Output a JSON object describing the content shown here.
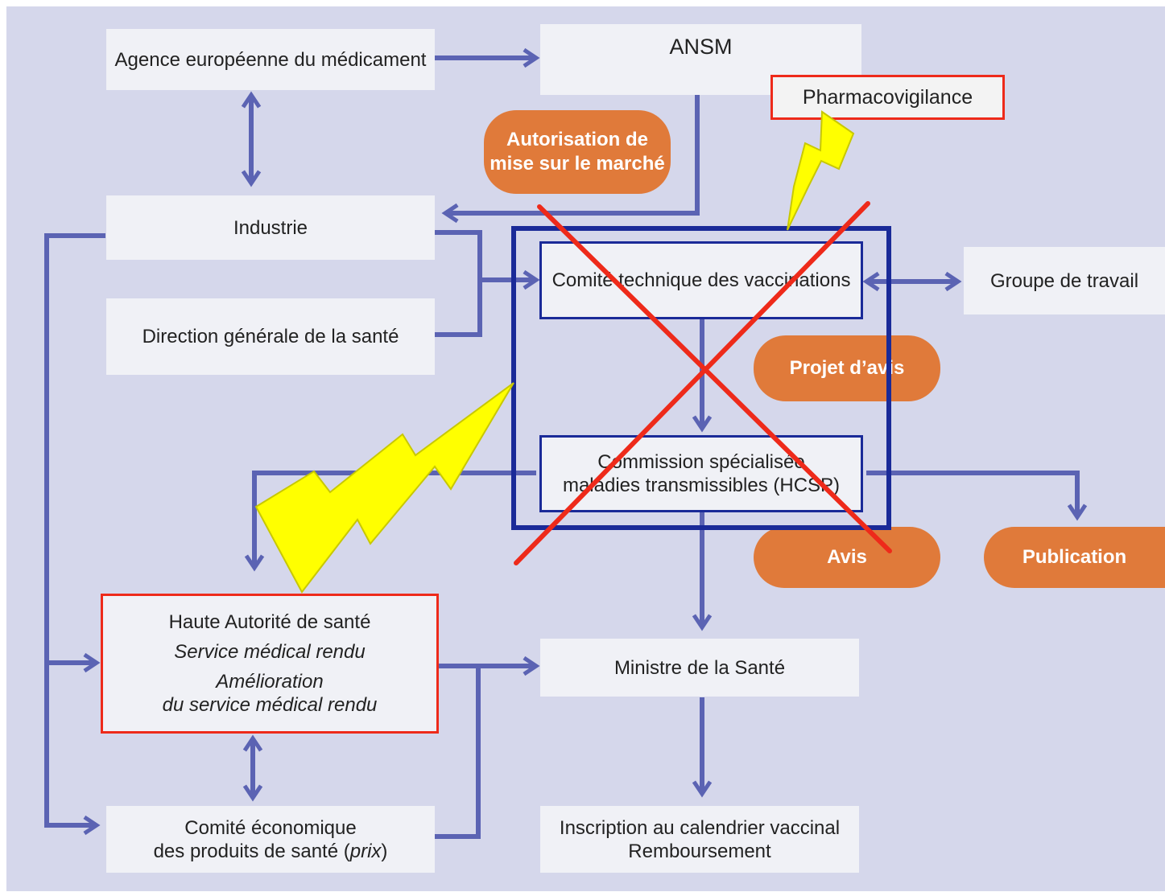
{
  "nodes": {
    "ema": "Agence européenne du médicament",
    "ansm": "ANSM",
    "pharmacovigilance": "Pharmacovigilance",
    "amm_line1": "Autorisation de",
    "amm_line2": "mise sur le marché",
    "industrie": "Industrie",
    "dgs": "Direction générale de la santé",
    "ctv": "Comité technique des vaccinations",
    "groupe": "Groupe de travail",
    "projet_avis": "Projet d’avis",
    "csmt_line1": "Commission spécialisée",
    "csmt_line2": "maladies transmissibles (HCSP)",
    "avis": "Avis",
    "publication": "Publication",
    "has_line1": "Haute Autorité de santé",
    "has_line2": "Service médical rendu",
    "has_line3": "Amélioration",
    "has_line4": "du service médical rendu",
    "ministre": "Ministre de la Santé",
    "ceps_line1": "Comité économique",
    "ceps_line2_pre": "des produits de santé (",
    "ceps_line2_it": "prix",
    "ceps_line2_post": ")",
    "inscription_line1": "Inscription au calendrier vaccinal",
    "inscription_line2": "Remboursement"
  },
  "colors": {
    "background": "#d5d7eb",
    "box": "#f0f1f6",
    "arrow": "#5b63b3",
    "pill": "#e07a3a",
    "highlight_red": "#ee2a1a",
    "frame_blue": "#1a2a98",
    "lightning": "#ffff00"
  },
  "annotations": {
    "cross_out": "red-x-over-comite-technique",
    "lightning_bolts": [
      "pharmacovigilance-bolt",
      "has-bolt"
    ]
  }
}
